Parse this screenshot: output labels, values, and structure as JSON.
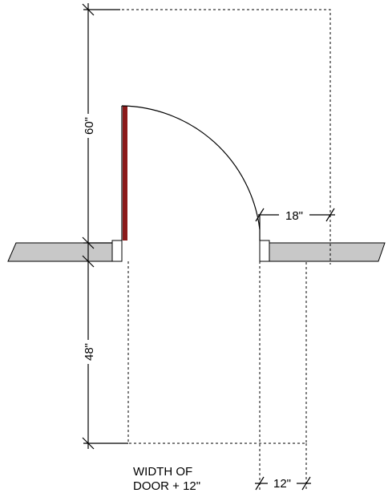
{
  "dimensions": {
    "clearance_top": "60\"",
    "clearance_bottom": "48\"",
    "latch_side_pull": "18\"",
    "latch_side_push": "12\""
  },
  "caption": {
    "line1": "WIDTH OF",
    "line2": "DOOR + 12\""
  },
  "colors": {
    "door_leaf": "#8b1a1a",
    "wall_fill": "#c8c8c8",
    "line": "#000000"
  }
}
